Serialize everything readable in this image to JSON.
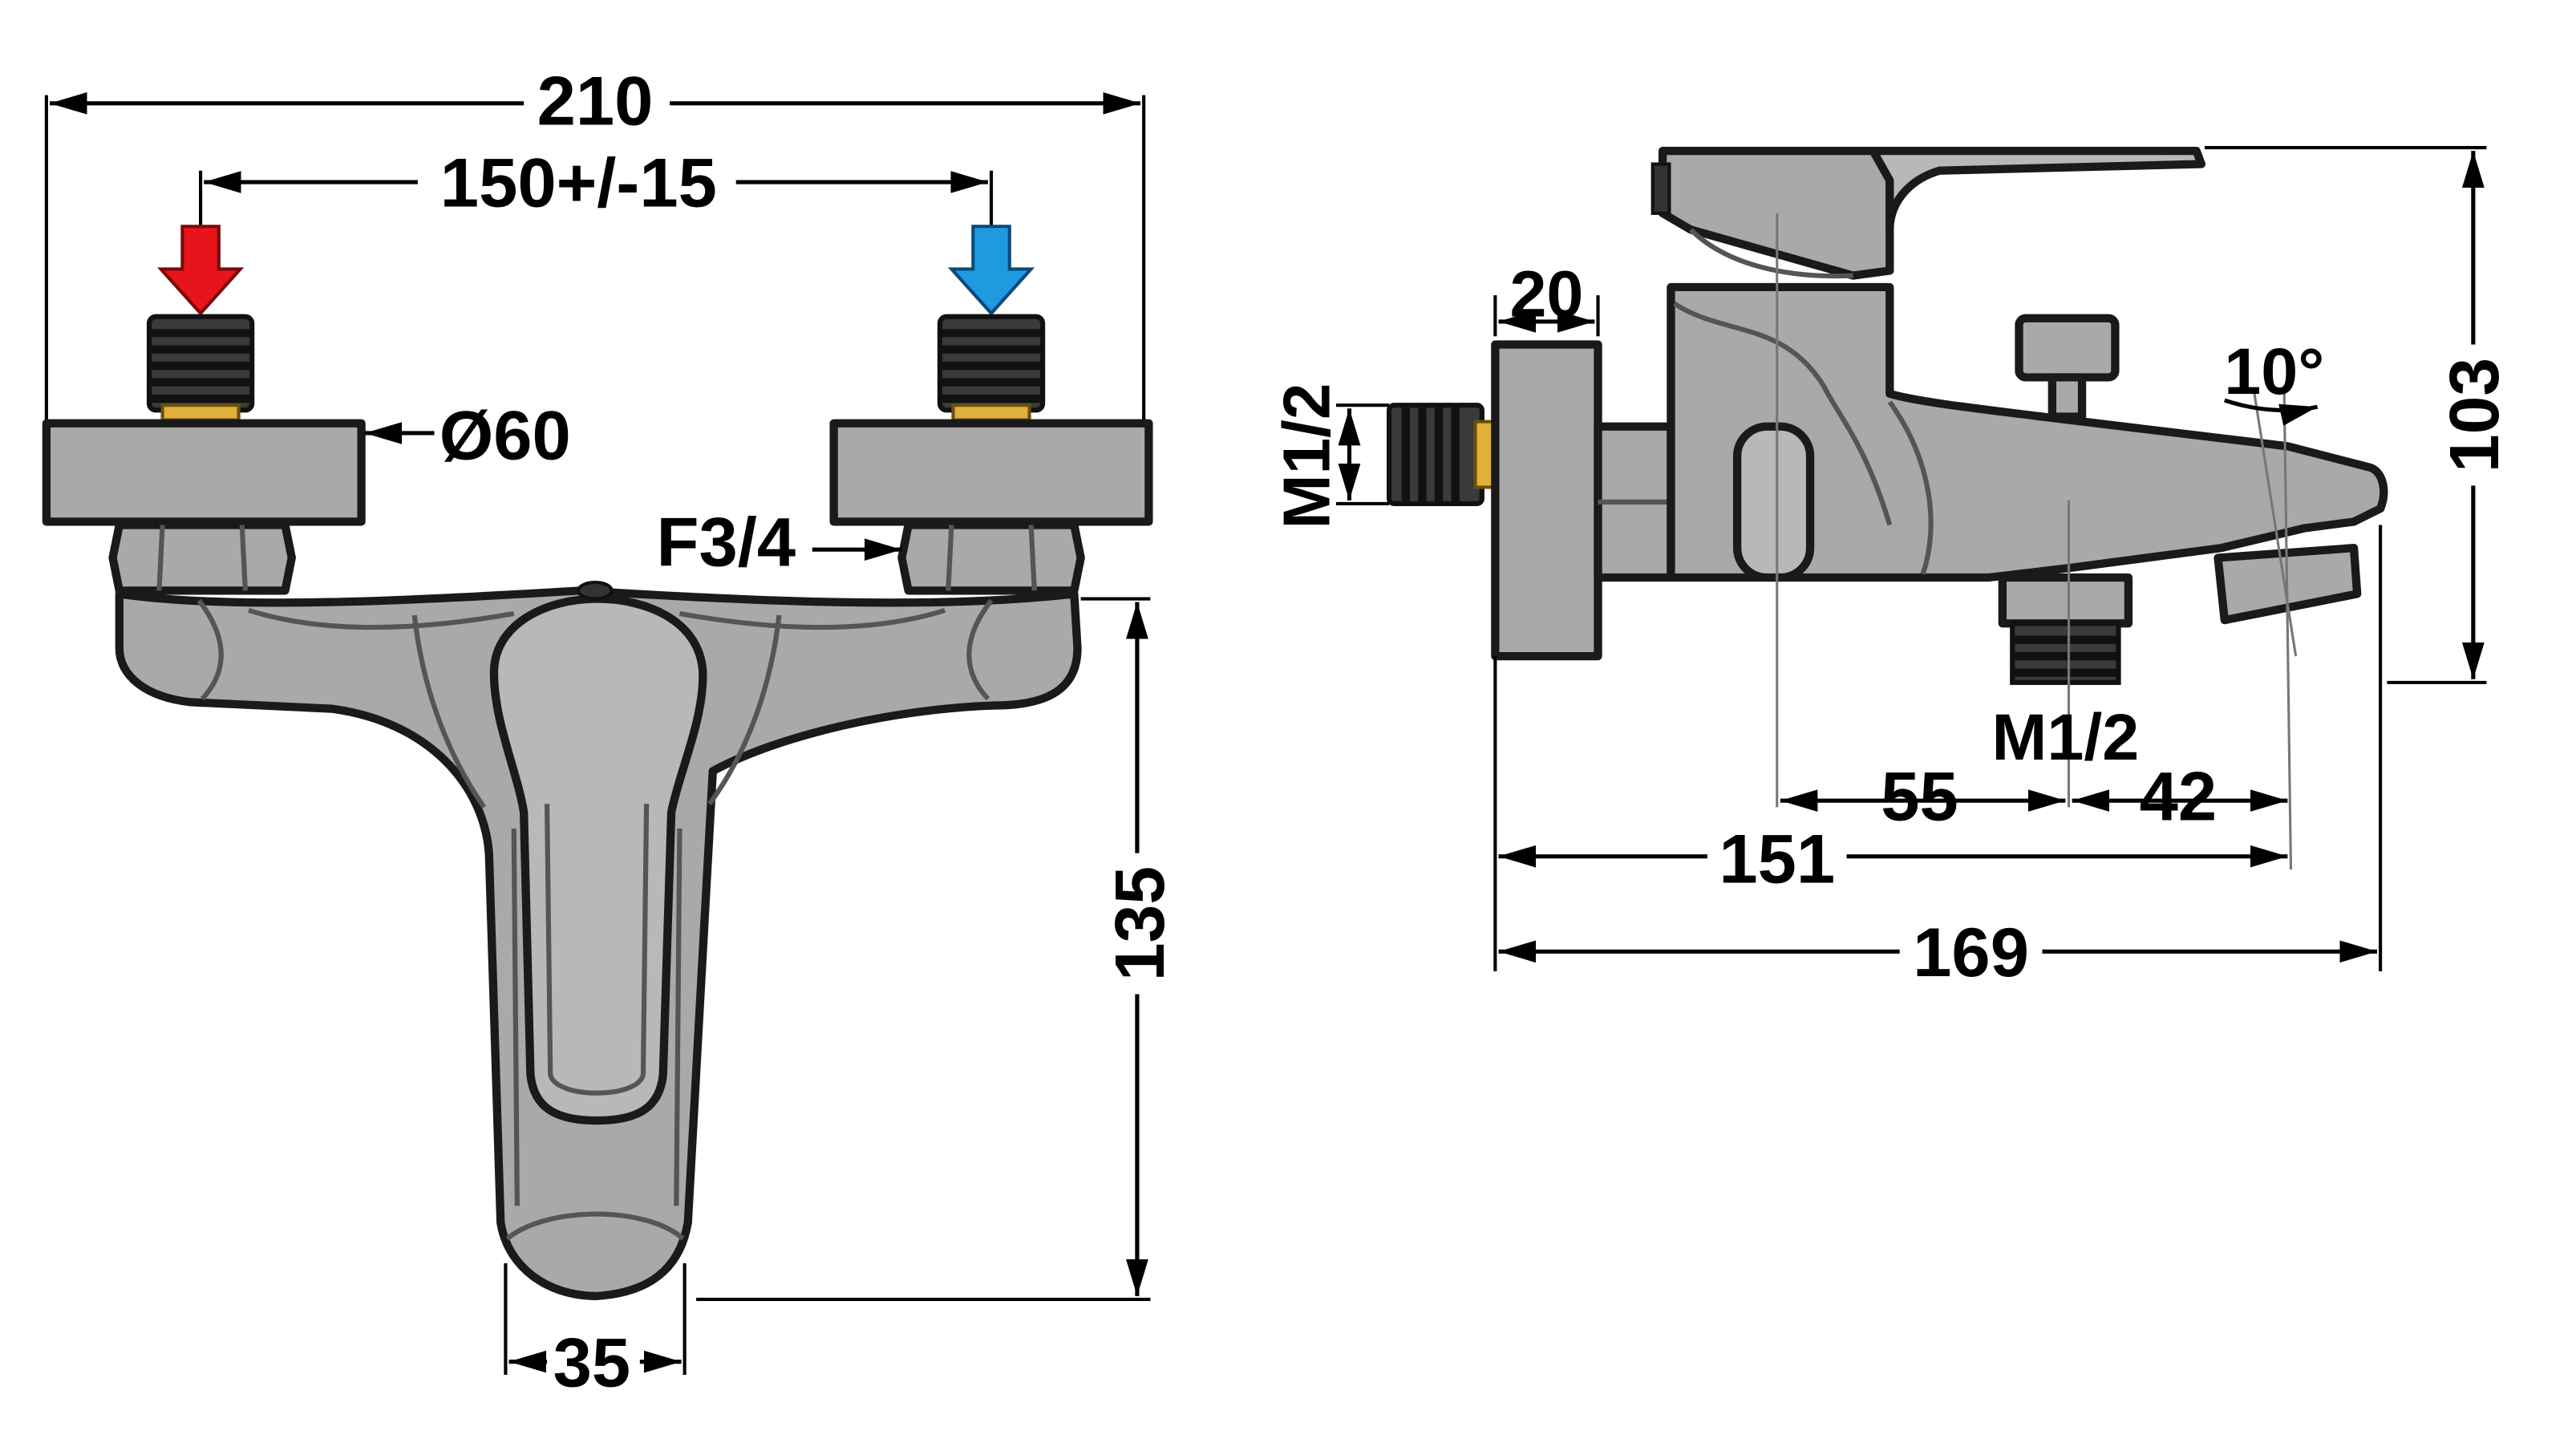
{
  "front_view": {
    "dim_total_width": "210",
    "dim_center_distance": "150+/-15",
    "dim_flange_diameter": "Ø60",
    "dim_nut_thread": "F3/4",
    "dim_height": "135",
    "dim_lever_width": "35",
    "hot_color": "#e8141c",
    "cold_color": "#1f9ae0"
  },
  "side_view": {
    "dim_flange_thickness": "20",
    "dim_inlet_thread": "M1/2",
    "dim_spout_angle": "10°",
    "dim_height": "103",
    "dim_outlet_thread": "M1/2",
    "dim_a": "55",
    "dim_b": "42",
    "dim_c": "151",
    "dim_total_length": "169"
  },
  "colors": {
    "body": "#a9a9a9",
    "outline": "#1a1a1a",
    "thread": "#3a3a3a",
    "brass": "#e0b03a"
  }
}
